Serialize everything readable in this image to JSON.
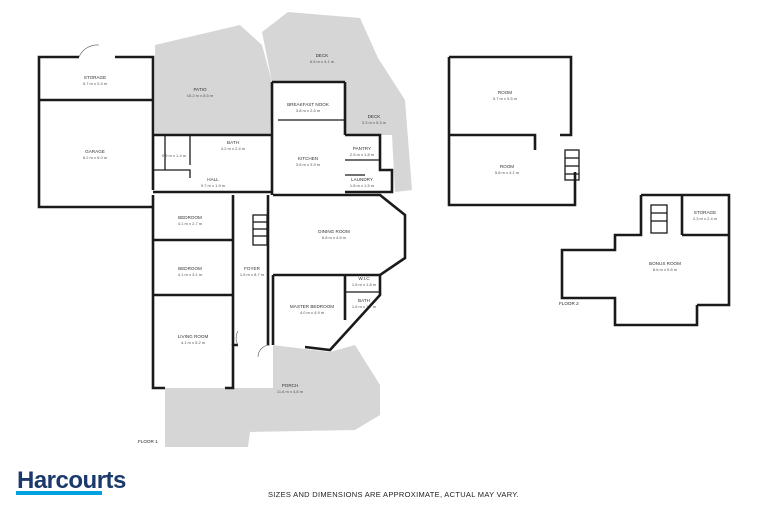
{
  "brand": {
    "name": "Harcourts",
    "color": "#1b3a6b",
    "accent": "#00a3e0"
  },
  "disclaimer": "SIZES AND DIMENSIONS ARE APPROXIMATE, ACTUAL MAY VARY.",
  "floors": {
    "floor1": "FLOOR 1",
    "floor2": "FLOOR 2"
  },
  "rooms": {
    "deck_top": {
      "name": "DECK",
      "dim": "6.5 m x 4.1 m"
    },
    "storage1": {
      "name": "STORAGE",
      "dim": "5.7 m x 2.4 m"
    },
    "patio": {
      "name": "PATIO",
      "dim": "15.2 m x 8.5 m"
    },
    "breakfast": {
      "name": "BREAKFAST NOOK",
      "dim": "3.8 m x 2.5 m"
    },
    "deck_right": {
      "name": "DECK",
      "dim": "3.3 m x 5.3 m"
    },
    "garage": {
      "name": "GARAGE",
      "dim": "6.2 m x 6.0 m"
    },
    "bath1": {
      "name": "BATH",
      "dim": "4.2 m x 2.4 m"
    },
    "small": {
      "name": "",
      "dim": "0.9 m x 1.4 m"
    },
    "pantry": {
      "name": "PANTRY",
      "dim": "2.5 m x 1.8 m"
    },
    "kitchen": {
      "name": "KITCHEN",
      "dim": "3.6 m x 3.9 m"
    },
    "hall": {
      "name": "HALL",
      "dim": "9.7 m x 1.9 m"
    },
    "laundry": {
      "name": "LAUNDRY",
      "dim": "1.8 m x 1.5 m"
    },
    "bedroom1": {
      "name": "BEDROOM",
      "dim": "4.1 m x 2.7 m"
    },
    "dining": {
      "name": "DINING ROOM",
      "dim": "6.8 m x 4.5 m"
    },
    "bedroom2": {
      "name": "BEDROOM",
      "dim": "4.1 m x 3.1 m"
    },
    "foyer": {
      "name": "FOYER",
      "dim": "1.5 m x 8.7 m"
    },
    "wic": {
      "name": "W.I.C",
      "dim": "1.6 m x 1.8 m"
    },
    "master": {
      "name": "MASTER BEDROOM",
      "dim": "4.0 m x 4.9 m"
    },
    "bath2": {
      "name": "BATH",
      "dim": "1.6 m x 1.7 m"
    },
    "living": {
      "name": "LIVING ROOM",
      "dim": "4.1 m x 5.2 m"
    },
    "porch": {
      "name": "PORCH",
      "dim": "11.6 m x 4.8 m"
    },
    "room_a": {
      "name": "ROOM",
      "dim": "5.7 m x 5.5 m"
    },
    "room_b": {
      "name": "ROOM",
      "dim": "5.8 m x 4.1 m"
    },
    "storage2": {
      "name": "STORAGE",
      "dim": "2.3 m x 2.4 m"
    },
    "bonus": {
      "name": "BONUS ROOM",
      "dim": "8.6 m x 5.6 m"
    }
  }
}
